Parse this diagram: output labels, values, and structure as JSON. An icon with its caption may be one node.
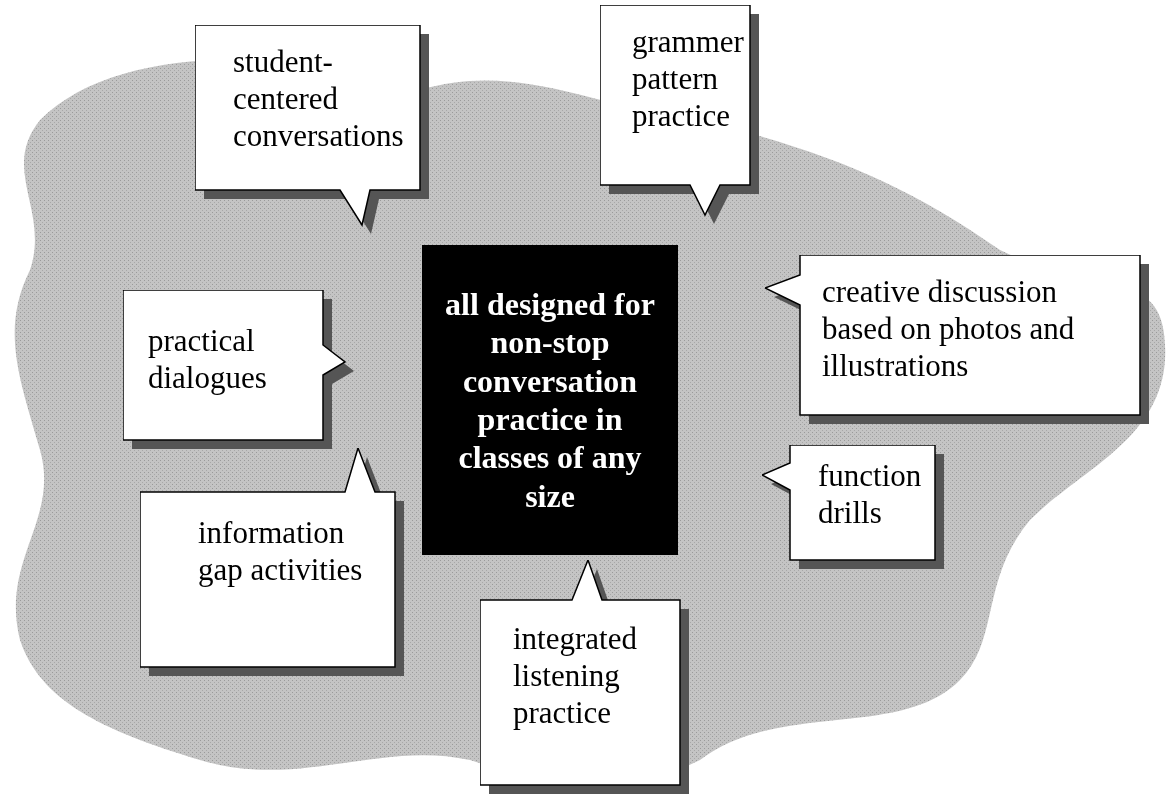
{
  "diagram": {
    "nodes": [
      {
        "text": [
          "student-centered conversations"
        ]
      },
      {
        "text": [
          "grammer pattern practice"
        ]
      },
      {
        "text": [
          "all designed for non-stop conversation practice in classes of any size"
        ]
      },
      {
        "text": [
          "creative discussion based on photos and illustrations"
        ]
      },
      {
        "text": [
          "practical dialogues"
        ]
      },
      {
        "text": [
          "function drills"
        ]
      },
      {
        "text": [
          "information gap activities"
        ]
      },
      {
        "text": [
          "integrated listening practice"
        ]
      }
    ]
  }
}
